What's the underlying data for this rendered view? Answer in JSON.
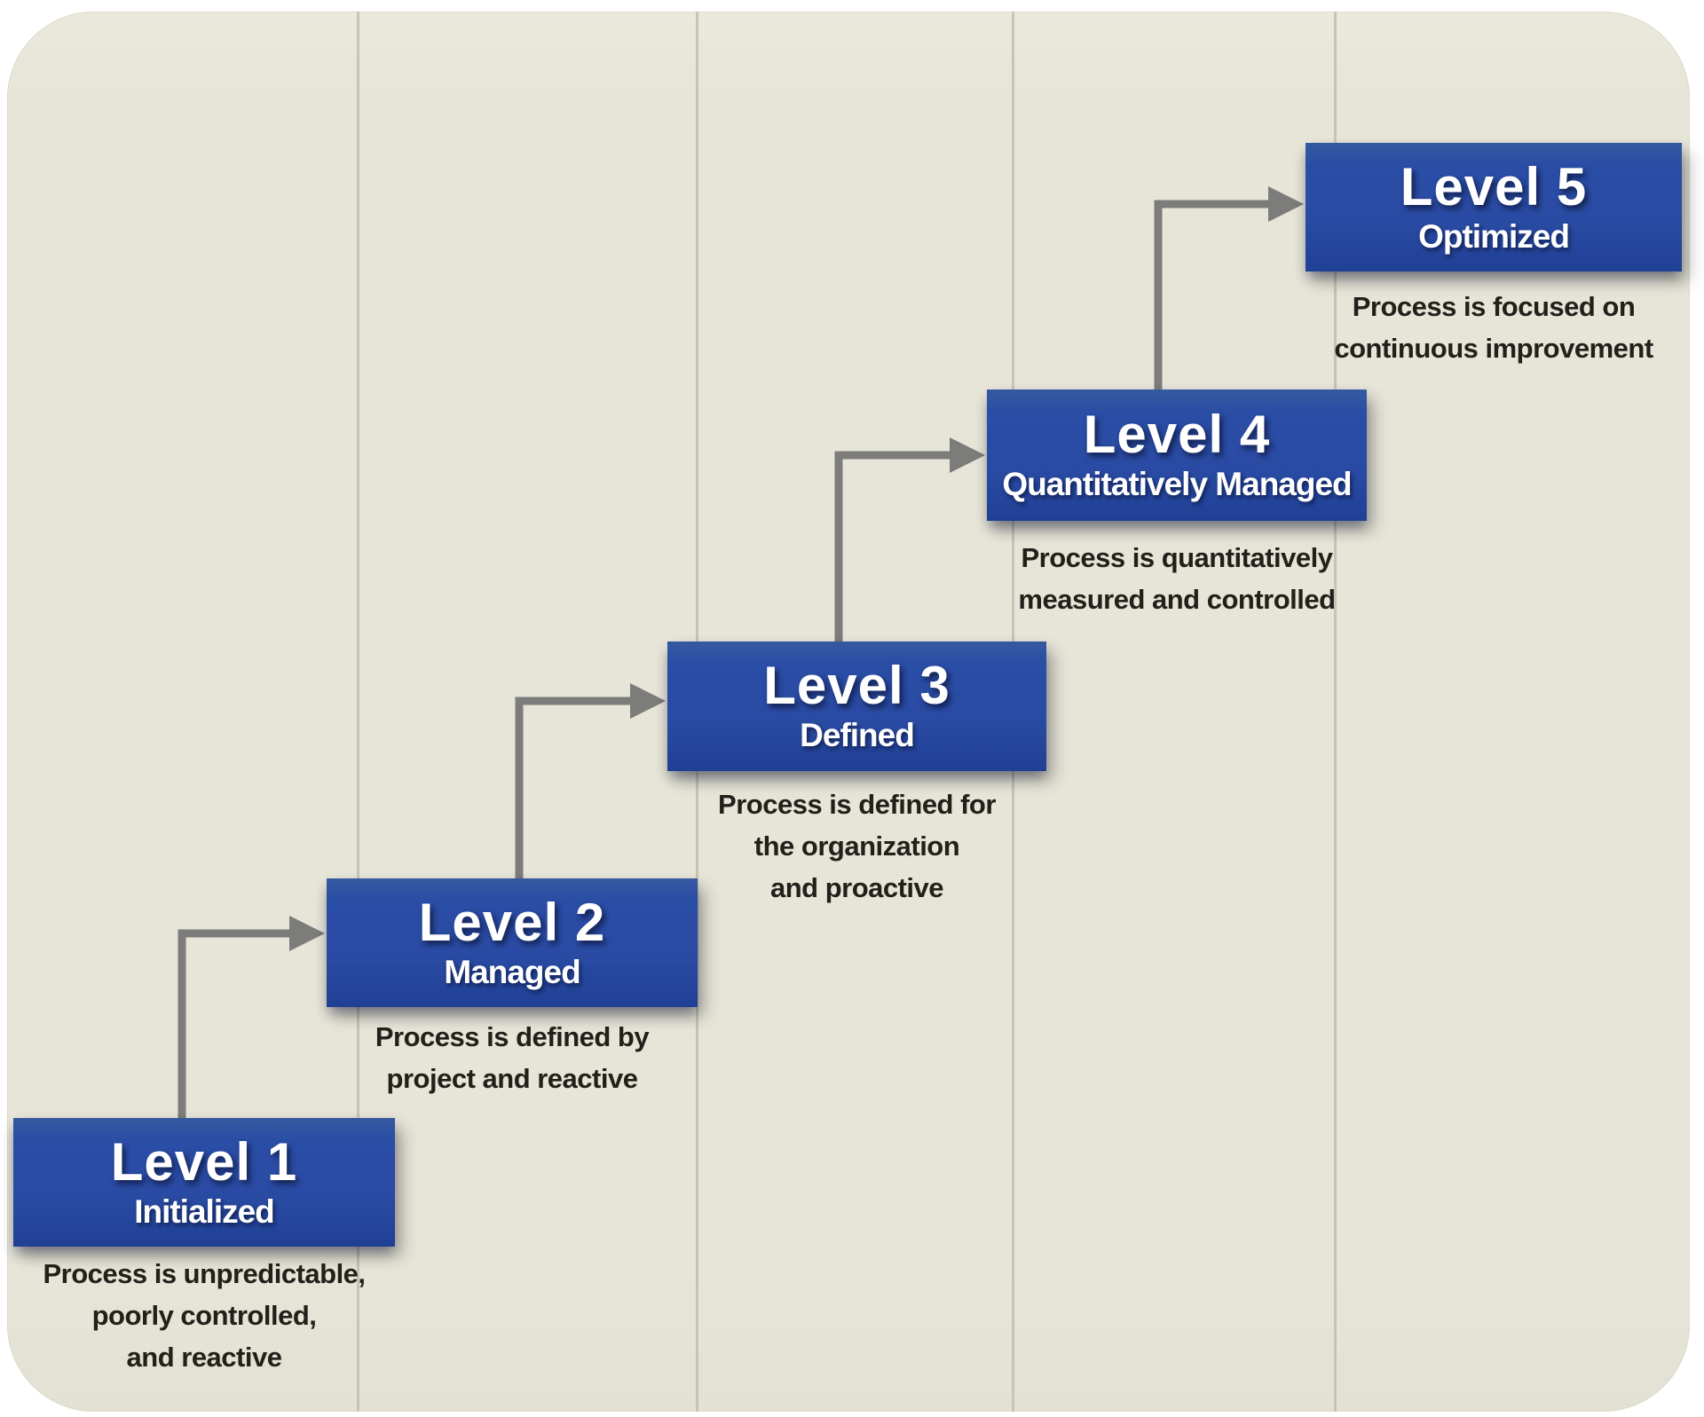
{
  "diagram": {
    "type": "maturity-staircase",
    "levels": [
      {
        "title": "Level 1",
        "subtitle": "Initialized",
        "description": "Process is unpredictable,\npoorly controlled,\nand reactive"
      },
      {
        "title": "Level 2",
        "subtitle": "Managed",
        "description": "Process is defined by\nproject and reactive"
      },
      {
        "title": "Level 3",
        "subtitle": "Defined",
        "description": "Process is defined for\nthe organization\nand proactive"
      },
      {
        "title": "Level 4",
        "subtitle": "Quantitatively Managed",
        "description": "Process is quantitatively\nmeasured and controlled"
      },
      {
        "title": "Level 5",
        "subtitle": "Optimized",
        "description": "Process is focused on\ncontinuous improvement"
      }
    ],
    "colors": {
      "box_blue": "#2a4ba3",
      "box_blue_dark": "#1f4095",
      "panel_beige": "#e7e5d8",
      "divider_gray": "#c7c4b6",
      "arrow_gray": "#7c7c7a",
      "description_text": "#21201b",
      "title_text": "#ffffff",
      "outer_background": "#ffffff"
    }
  }
}
